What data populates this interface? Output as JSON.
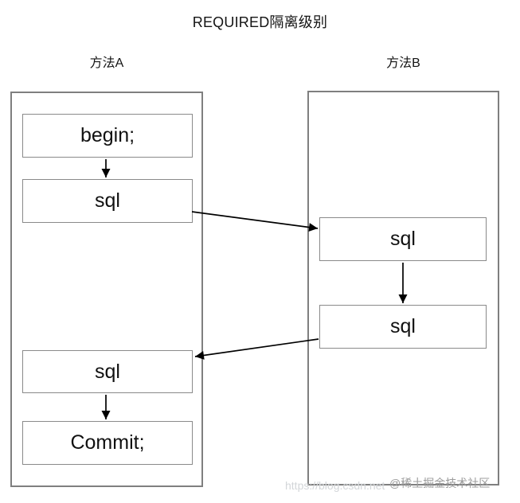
{
  "title": "REQUIRED隔离级别",
  "methods": {
    "a": {
      "label": "方法A",
      "boxes": {
        "begin": "begin;",
        "sql1": "sql",
        "sql2": "sql",
        "commit": "Commit;"
      }
    },
    "b": {
      "label": "方法B",
      "boxes": {
        "sql1": "sql",
        "sql2": "sql"
      }
    }
  },
  "connections": [
    {
      "from": "method-a.begin",
      "to": "method-a.sql1",
      "direction": "down"
    },
    {
      "from": "method-a.sql1",
      "to": "method-b.sql1",
      "direction": "cross-right"
    },
    {
      "from": "method-b.sql1",
      "to": "method-b.sql2",
      "direction": "down"
    },
    {
      "from": "method-b.sql2",
      "to": "method-a.sql2",
      "direction": "cross-left"
    },
    {
      "from": "method-a.sql2",
      "to": "method-a.commit",
      "direction": "down"
    }
  ],
  "watermark": {
    "url_text": "https://blog.csdn.net",
    "community_text": "@稀土掘金技术社区"
  },
  "colors": {
    "container_border": "#7f7f7f",
    "node_border": "#8a8a8a",
    "arrow": "#000000",
    "text": "#111111",
    "watermark_url": "#d3d6d9",
    "watermark_community": "#9c9c9c"
  }
}
